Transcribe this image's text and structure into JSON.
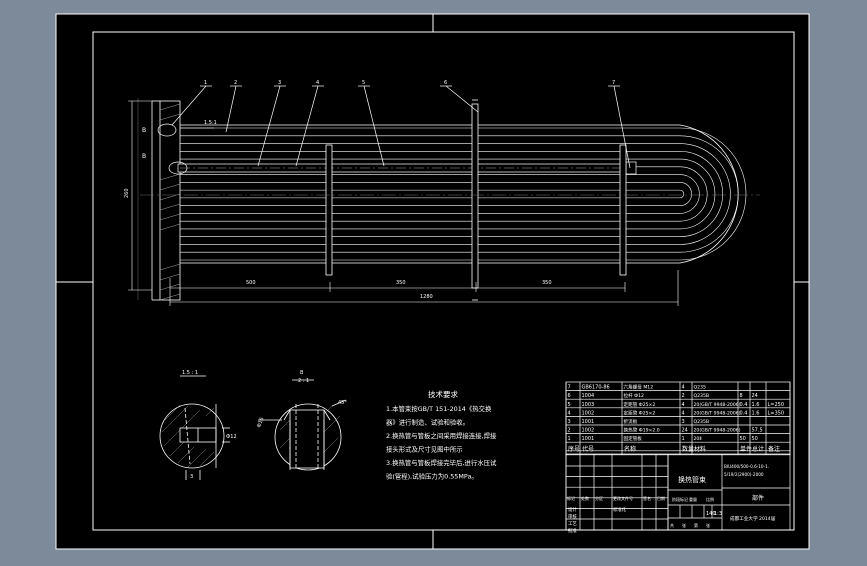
{
  "colors": {
    "background": "#7d8a9a",
    "sheet": "#000000",
    "line": "#ffffff",
    "dim": "#ffffff"
  },
  "balloons": [
    "1",
    "2",
    "3",
    "4",
    "5",
    "6",
    "7"
  ],
  "side_labels": [
    "B",
    "B"
  ],
  "dimensions": {
    "seg1": "500",
    "seg2": "350",
    "seg3": "350",
    "total": "1280",
    "height": "260"
  },
  "details": {
    "left_scale": "1.5 : 1",
    "right_title": "B",
    "right_scale": "2 : 1",
    "left_dim": "Ф12",
    "left_dim2": "3",
    "right_dim": "Ф16",
    "right_dim2": "45°"
  },
  "tech_requirements": {
    "title": "技术要求",
    "lines": [
      "1.本管束按GB/T 151-2014《热交换",
      "器》进行制造、试验和验收。",
      "2.换热管与管板之间采用焊接连接,焊接",
      "接头形式及尺寸见图中所示",
      "3.换热管与管板焊接完毕后,进行水压试",
      "验(管程),试验压力为0.55MPa。"
    ]
  },
  "bom": {
    "rows": [
      {
        "no": "7",
        "code": "GB6170-86",
        "name": "六角螺母 M12",
        "qty": "4",
        "material": "Q235",
        "w1": "",
        "w2": "",
        "remark": ""
      },
      {
        "no": "6",
        "code": "1004",
        "name": "拉杆 Ф12",
        "qty": "2",
        "material": "Q235B",
        "w1": "8",
        "w2": "24",
        "remark": ""
      },
      {
        "no": "5",
        "code": "1003",
        "name": "定距管 Ф25×2",
        "qty": "4",
        "material": "20(GB/T 9948-2006)",
        "w1": "0.4",
        "w2": "1.6",
        "remark": "L=250"
      },
      {
        "no": "4",
        "code": "1002",
        "name": "定距管 Ф25×2",
        "qty": "4",
        "material": "20(GB/T 9948-2006)",
        "w1": "0.4",
        "w2": "1.6",
        "remark": "L=350"
      },
      {
        "no": "3",
        "code": "1001",
        "name": "折流板",
        "qty": "3",
        "material": "Q235B",
        "w1": "",
        "w2": "",
        "remark": ""
      },
      {
        "no": "2",
        "code": "1002",
        "name": "换热管 Ф19×2.0",
        "qty": "24",
        "material": "20(GB/T 9948-2006)",
        "w1": "",
        "w2": "57.5",
        "remark": ""
      },
      {
        "no": "1",
        "code": "1001",
        "name": "固定管板",
        "qty": "1",
        "material": "20Ⅱ",
        "w1": "50",
        "w2": "50",
        "remark": ""
      }
    ],
    "header": {
      "no": "序号",
      "code": "代号",
      "name": "名称",
      "qty": "数量",
      "material": "材料",
      "w1": "单件",
      "w2": "总计",
      "weight": "重量",
      "remark": "备注"
    },
    "title": "换热管束",
    "drawing_no": "BIU400/500-0.6-10-1.5/19/2(2900)-2000",
    "part_label": "部件",
    "scale": "1:3",
    "qty_sheets": "140",
    "company": "成都工业大学 2014届",
    "sign_labels": [
      "标记",
      "处数",
      "分区",
      "更改文件号",
      "签名",
      "日期"
    ],
    "roles": [
      "设计",
      "审核",
      "工艺",
      "批准"
    ],
    "role_extra": [
      "标准化",
      ""
    ],
    "stage_labels": [
      "阶段标记",
      "重量",
      "比例"
    ],
    "sheet_labels": [
      "共",
      "张",
      "第",
      "张"
    ]
  }
}
